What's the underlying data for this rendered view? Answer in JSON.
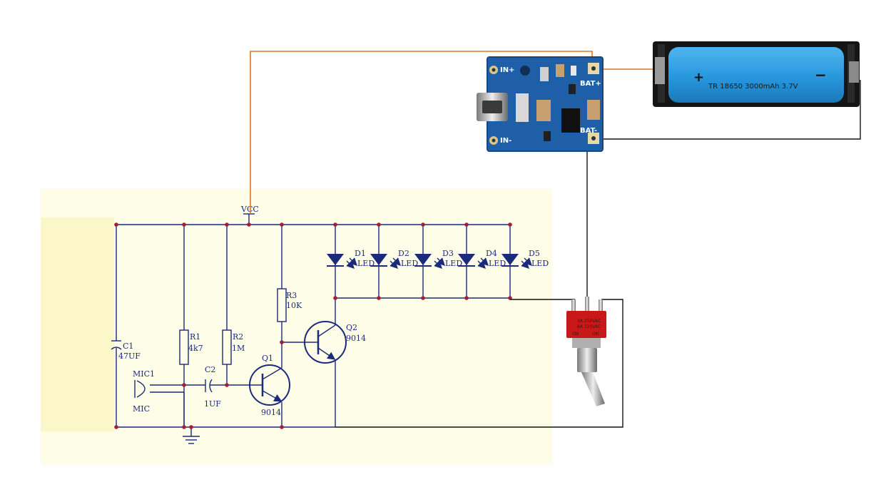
{
  "schematic": {
    "vcc": "VCC",
    "c1": {
      "ref": "C1",
      "value": "47UF"
    },
    "r1": {
      "ref": "R1",
      "value": "4k7"
    },
    "r2": {
      "ref": "R2",
      "value": "1M"
    },
    "r3": {
      "ref": "R3",
      "value": "10K"
    },
    "c2": {
      "ref": "C2",
      "value": "1UF"
    },
    "mic": {
      "ref": "MIC1",
      "value": "MIC"
    },
    "q1": {
      "ref": "Q1",
      "value": "9014"
    },
    "q2": {
      "ref": "Q2",
      "value": "9014"
    },
    "leds": [
      {
        "ref": "D1",
        "value": "LED"
      },
      {
        "ref": "D2",
        "value": "LED"
      },
      {
        "ref": "D3",
        "value": "LED"
      },
      {
        "ref": "D4",
        "value": "LED"
      },
      {
        "ref": "D5",
        "value": "LED"
      }
    ]
  },
  "charger": {
    "in_plus": "IN+",
    "in_minus": "IN-",
    "bat_plus": "BAT+",
    "bat_minus": "BAT-"
  },
  "battery": {
    "plus": "+",
    "minus": "−",
    "label": "TR 18650 3000mAh 3.7V"
  },
  "switch": {
    "left": "ON",
    "right": "ON",
    "rating1": "3A 250VAC",
    "rating2": "6A 125VAC"
  },
  "colors": {
    "schematic_bg": "#fefde8",
    "schematic_line": "#1b2a7a",
    "junction": "#a0203a",
    "wire_vcc": "#d9772a",
    "wire_black": "#111111",
    "pcb": "#1f5fa8",
    "battery": "#2a9ae0",
    "switch_red": "#c81818"
  }
}
